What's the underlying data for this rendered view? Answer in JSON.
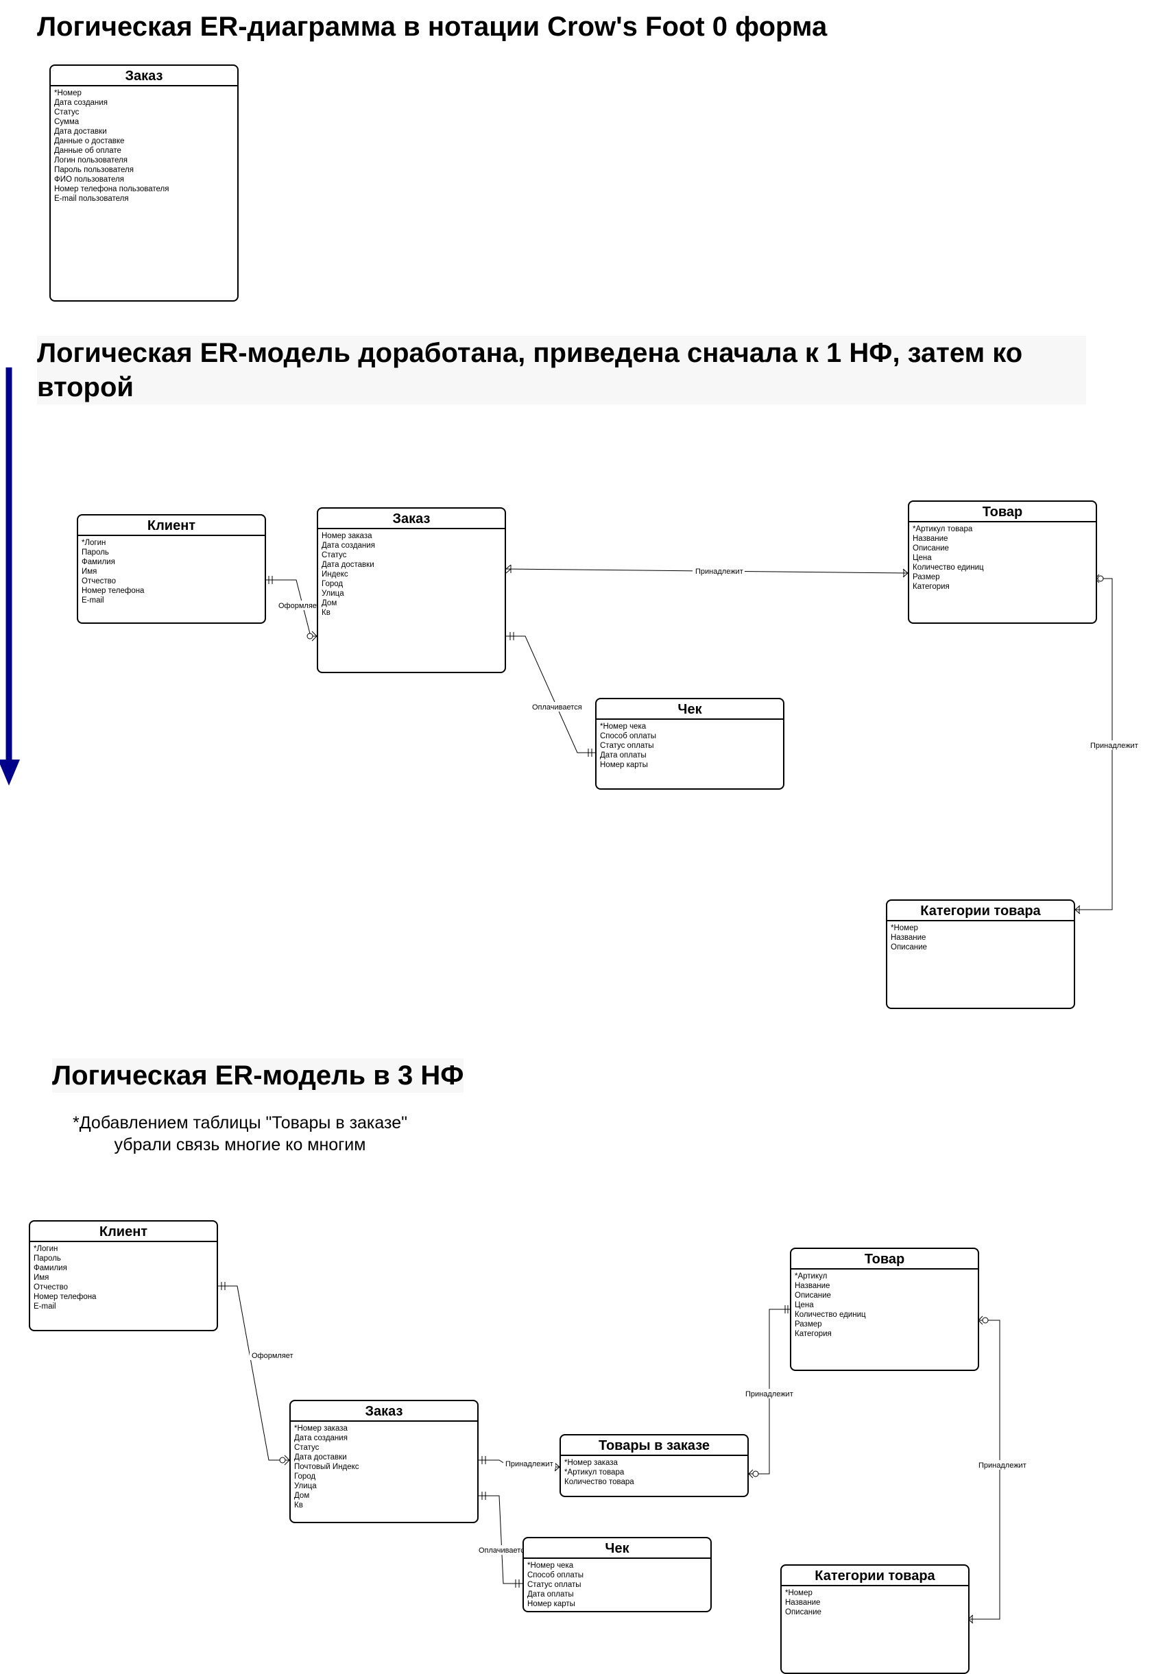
{
  "headings": {
    "h1": "Логическая ER-диаграмма в нотации Crow's Foot 0 форма",
    "h2": "Логическая ER-модель доработана, приведена сначала к 1 НФ, затем ко второй",
    "h3": "Логическая ER-модель в 3 НФ"
  },
  "note": {
    "line1": "*Добавлением таблицы \"Товары в заказе\"",
    "line2": "убрали связь многие ко многим"
  },
  "arrow_color": "#00008b",
  "d0": {
    "order": {
      "title": "Заказ",
      "attrs": [
        "*Номер",
        "Дата создания",
        "Статус",
        "Сумма",
        "Дата доставки",
        "Данные о доставке",
        "Данные об оплате",
        "Логин пользователя",
        "Пароль пользователя",
        "ФИО пользователя",
        "Номер телефона пользователя",
        "E-mail пользователя"
      ]
    }
  },
  "d2": {
    "client": {
      "title": "Клиент",
      "attrs": [
        "*Логин",
        "Пароль",
        "Фамилия",
        "Имя",
        "Отчество",
        "Номер телефона",
        "E-mail"
      ]
    },
    "order": {
      "title": "Заказ",
      "attrs": [
        "Номер заказа",
        "Дата создания",
        "Статус",
        "Дата доставки",
        "Индекс",
        "Город",
        "Улица",
        "Дом",
        "Кв"
      ]
    },
    "product": {
      "title": "Товар",
      "attrs": [
        "*Артикул товара",
        "Название",
        "Описание",
        "Цена",
        "Количество единиц",
        "Размер",
        "Категория"
      ]
    },
    "check": {
      "title": "Чек",
      "attrs": [
        "*Номер чека",
        "Способ оплаты",
        "Статус оплаты",
        "Дата оплаты",
        "Номер карты"
      ]
    },
    "category": {
      "title": "Категории товара",
      "attrs": [
        "*Номер",
        "Название",
        "Описание"
      ]
    },
    "rel": {
      "places": "Оформляет",
      "belongs": "Принадлежит",
      "paid": "Оплачивается",
      "belongs_cat": "Принадлежит"
    }
  },
  "d3": {
    "client": {
      "title": "Клиент",
      "attrs": [
        "*Логин",
        "Пароль",
        "Фамилия",
        "Имя",
        "Отчество",
        "Номер телефона",
        "E-mail"
      ]
    },
    "order": {
      "title": "Заказ",
      "attrs": [
        "*Номер заказа",
        "Дата создания",
        "Статус",
        "Дата доставки",
        "Почтовый Индекс",
        "Город",
        "Улица",
        "Дом",
        "Кв"
      ]
    },
    "items": {
      "title": "Товары в заказе",
      "attrs": [
        "*Номер заказа",
        "*Артикул товара",
        "Количество товара"
      ]
    },
    "product": {
      "title": "Товар",
      "attrs": [
        "*Артикул",
        "Название",
        "Описание",
        "Цена",
        "Количество единиц",
        "Размер",
        "Категория"
      ]
    },
    "check": {
      "title": "Чек",
      "attrs": [
        "*Номер чека",
        "Способ оплаты",
        "Статус оплаты",
        "Дата оплаты",
        "Номер карты"
      ]
    },
    "category": {
      "title": "Категории товара",
      "attrs": [
        "*Номер",
        "Название",
        "Описание"
      ]
    },
    "rel": {
      "places": "Оформляет",
      "belongs_items": "Принадлежит",
      "belongs_product": "Принадлежит",
      "paid": "Оплачивается",
      "belongs_cat": "Принадлежит"
    }
  }
}
